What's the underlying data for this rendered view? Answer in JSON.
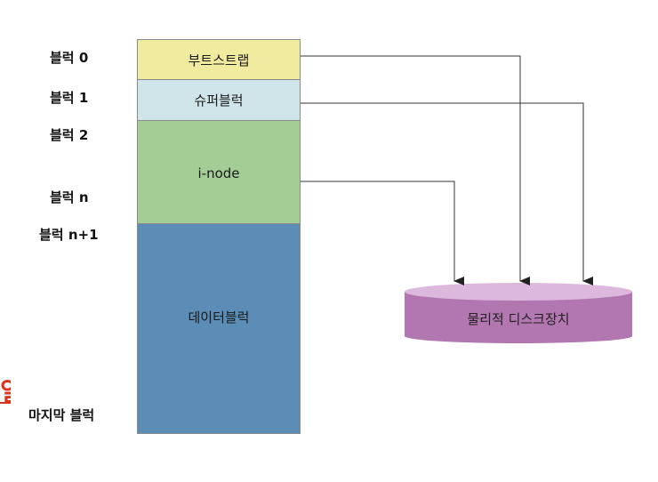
{
  "left_labels": {
    "block0": "블럭 0",
    "block1": "블럭 1",
    "block2": "블럭 2",
    "blockn": "블럭 n",
    "blockn1": "블럭 n+1",
    "last": "마지막 블럭"
  },
  "blocks": {
    "boot": {
      "label": "부트스트랩",
      "color": "#f0eb9f"
    },
    "super": {
      "label": "슈퍼블럭",
      "color": "#cfe5ea"
    },
    "inode": {
      "label": "i-node",
      "color": "#a3cd94"
    },
    "data": {
      "label": "데이터블럭",
      "color": "#5b8db6"
    }
  },
  "disk": {
    "label": "물리적 디스크장치",
    "top_color": "#ddb8dd",
    "side_color": "#b277b0"
  },
  "side_mark": "일",
  "colors": {
    "border": "#8a8a8a",
    "arrow": "#222222",
    "side_mark": "#e0301e"
  }
}
